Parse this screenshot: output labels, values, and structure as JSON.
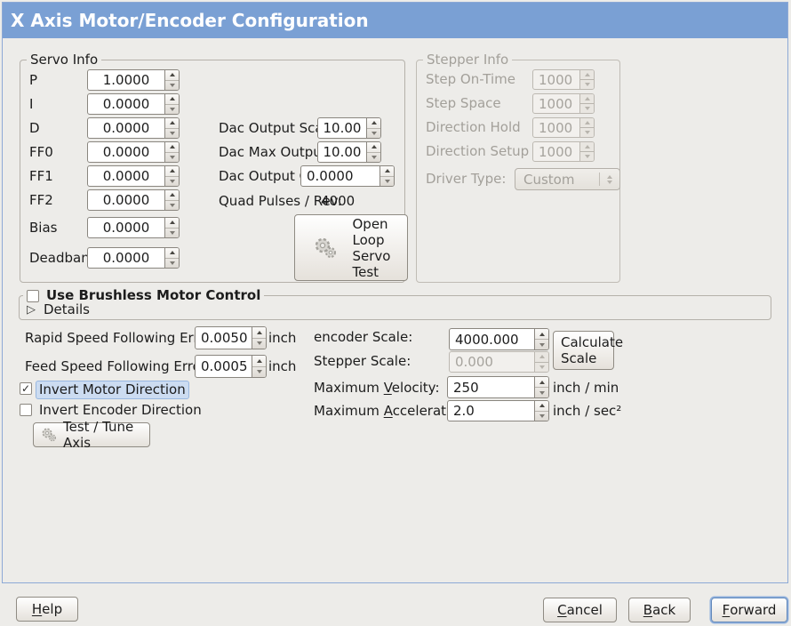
{
  "window": {
    "title": "X Axis Motor/Encoder Configuration"
  },
  "colors": {
    "titlebar_bg": "#7aa0d4",
    "title_text": "#ffffff",
    "focus_highlight_bg": "#ccdcf1",
    "content_border": "#8da9d6"
  },
  "icons": {
    "check": "✓",
    "expander": "▷",
    "gears": "gears-icon",
    "spinner": "up-down-arrows"
  },
  "servo_info": {
    "title": "Servo Info",
    "pid_fields": [
      {
        "label": "P",
        "value": "1.0000"
      },
      {
        "label": "I",
        "value": "0.0000"
      },
      {
        "label": "D",
        "value": "0.0000"
      },
      {
        "label": "FF0",
        "value": "0.0000"
      },
      {
        "label": "FF1",
        "value": "0.0000"
      },
      {
        "label": "FF2",
        "value": "0.0000"
      },
      {
        "label": "Bias",
        "value": "0.0000"
      },
      {
        "label": "Deadband",
        "value": "0.0000"
      }
    ],
    "dac_fields": [
      {
        "label": "Dac Output Scale:",
        "value": "10.00"
      },
      {
        "label": "Dac Max Output:",
        "value": "10.00"
      },
      {
        "label": "Dac Output Offset:",
        "value": "0.0000"
      }
    ],
    "quad_pulses_label": "Quad Pulses / Rev:",
    "quad_pulses_value": "4000",
    "open_loop_button_lines": [
      "Open",
      "Loop",
      "Servo",
      "Test"
    ]
  },
  "stepper_info": {
    "title": "Stepper Info",
    "fields": [
      {
        "label": "Step On-Time",
        "value": "1000"
      },
      {
        "label": "Step Space",
        "value": "1000"
      },
      {
        "label": "Direction Hold",
        "value": "1000"
      },
      {
        "label": "Direction Setup",
        "value": "1000"
      }
    ],
    "driver_type_label": "Driver Type:",
    "driver_type_value": "Custom"
  },
  "brushless": {
    "checkbox_label": "Use Brushless Motor Control",
    "checked": false,
    "details_label": "Details"
  },
  "tuning": {
    "rapid_error_label": "Rapid Speed Following Error:",
    "rapid_error_value": "0.0050",
    "rapid_error_unit": "inch",
    "feed_error_label": "Feed Speed Following Error:",
    "feed_error_value": "0.0005",
    "feed_error_unit": "inch",
    "invert_motor_label": "Invert Motor Direction",
    "invert_motor_checked": true,
    "invert_encoder_label": "Invert Encoder Direction",
    "invert_encoder_checked": false,
    "test_tune_button": "Test / Tune Axis"
  },
  "scale": {
    "encoder_scale_label": "encoder Scale:",
    "encoder_scale_value": "4000.000",
    "stepper_scale_label": "Stepper Scale:",
    "stepper_scale_value": "0.000",
    "calculate_button_lines": [
      "Calculate",
      "Scale"
    ],
    "max_velocity_label": "Maximum _Velocity:",
    "max_velocity_value": "250",
    "max_velocity_unit": "inch / min",
    "max_accel_label": "Maximum _Acceleration:",
    "max_accel_value": "2.0",
    "max_accel_unit": "inch / sec²"
  },
  "footer": {
    "help": "_Help",
    "cancel": "_Cancel",
    "back": "_Back",
    "forward": "_Forward"
  }
}
